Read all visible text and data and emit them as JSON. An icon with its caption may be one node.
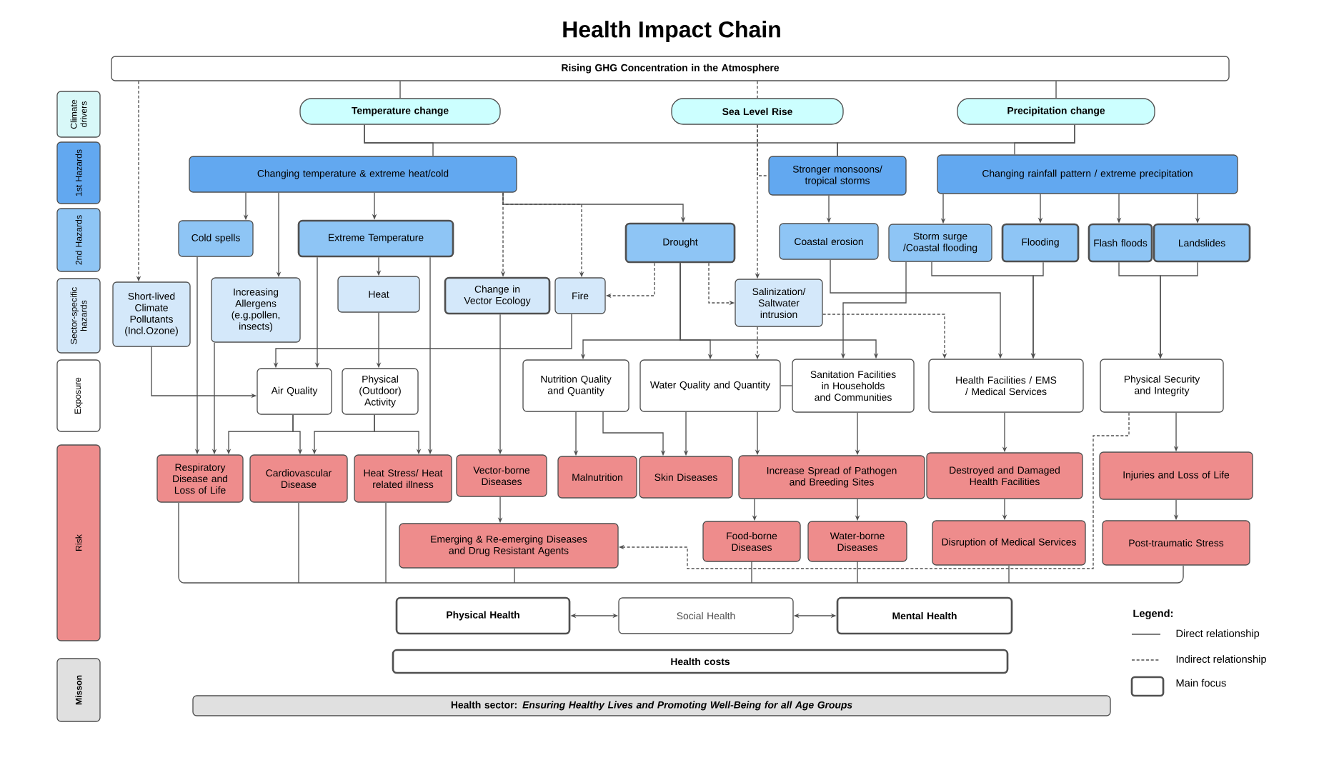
{
  "diagram": {
    "title": "Health Impact Chain",
    "nodes": [
      {
        "text": [
          "Rising GHG Concentration in the Atmosphere"
        ]
      },
      {
        "text": [
          "Temperature change"
        ]
      },
      {
        "text": [
          "Sea Level Rise"
        ]
      },
      {
        "text": [
          "Precipitation change"
        ]
      },
      {
        "text": [
          "Changing temperature & extreme heat/cold"
        ]
      },
      {
        "text": [
          "Stronger monsoons/ tropical storms"
        ]
      },
      {
        "text": [
          "Changing rainfall pattern / extreme precipitation"
        ]
      },
      {
        "text": [
          "Cold spells"
        ]
      },
      {
        "text": [
          "Extreme Temperature"
        ]
      },
      {
        "text": [
          "Drought"
        ]
      },
      {
        "text": [
          "Coastal erosion"
        ]
      },
      {
        "text": [
          "Storm surge /Coastal flooding"
        ]
      },
      {
        "text": [
          "Flooding"
        ]
      },
      {
        "text": [
          "Flash floods"
        ]
      },
      {
        "text": [
          "Landslides"
        ]
      },
      {
        "text": [
          "Short-lived Climate Pollutants (Incl.Ozone)"
        ]
      },
      {
        "text": [
          "Increasing Allergens (e.g.pollen, insects)"
        ]
      },
      {
        "text": [
          "Heat"
        ]
      },
      {
        "text": [
          "Change in Vector Ecology"
        ]
      },
      {
        "text": [
          "Fire"
        ]
      },
      {
        "text": [
          "Salinization/ Saltwater intrusion"
        ]
      },
      {
        "text": [
          "Air Quality"
        ]
      },
      {
        "text": [
          "Physical (Outdoor) Activity"
        ]
      },
      {
        "text": [
          "Nutrition Quality and Quantity"
        ]
      },
      {
        "text": [
          "Water Quality and Quantity"
        ]
      },
      {
        "text": [
          "Sanitation Facilities in Households and Communities"
        ]
      },
      {
        "text": [
          "Health Facilities / EMS / Medical Services"
        ]
      },
      {
        "text": [
          "Physical Security and Integrity"
        ]
      },
      {
        "text": [
          "Respiratory Disease and Loss of Life"
        ]
      },
      {
        "text": [
          "Cardiovascular Disease"
        ]
      },
      {
        "text": [
          "Heat Stress/ Heat related illness"
        ]
      },
      {
        "text": [
          "Vector-borne Diseases"
        ]
      },
      {
        "text": [
          "Malnutrition"
        ]
      },
      {
        "text": [
          "Skin Diseases"
        ]
      },
      {
        "text": [
          "Increase Spread of Pathogen and Breeding Sites"
        ]
      },
      {
        "text": [
          "Destroyed and Damaged Health Facilities"
        ]
      },
      {
        "text": [
          "Injuries and Loss of Life"
        ]
      },
      {
        "text": [
          "Emerging & Re-emerging Diseases and Drug Resistant Agents"
        ]
      },
      {
        "text": [
          "Food-borne Diseases"
        ]
      },
      {
        "text": [
          "Water-borne Diseases"
        ]
      },
      {
        "text": [
          "Disruption of Medical Services"
        ]
      },
      {
        "text": [
          "Post-traumatic Stress"
        ]
      },
      {
        "text": [
          "Physical Health"
        ]
      },
      {
        "text": [
          "Social Health"
        ]
      },
      {
        "text": [
          "Mental Health"
        ]
      },
      {
        "text": [
          "Health costs"
        ]
      },
      {
        "text": [
          "Health sector: *Ensuring Healthy Lives and Promoting Well-Being for all Age Groups*"
        ]
      },
      {
        "text": [
          "Climate drivers"
        ]
      },
      {
        "text": [
          "1st Hazards"
        ]
      },
      {
        "text": [
          "2nd Hazards"
        ]
      },
      {
        "text": [
          "Sector-specific hazards"
        ]
      },
      {
        "text": [
          "Exposure"
        ]
      },
      {
        "text": [
          "Risk"
        ]
      },
      {
        "text": [
          "Misson"
        ]
      }
    ],
    "edges": [
      {
        "from": 0,
        "to": 1,
        "arrow": "none"
      },
      {
        "from": 0,
        "to": 2,
        "arrow": "none",
        "style": "dashed"
      },
      {
        "from": 0,
        "to": 3,
        "arrow": "none"
      },
      {
        "from": 0,
        "to": 15,
        "arrow": "to",
        "style": "dashed"
      },
      {
        "from": 1,
        "to": 4,
        "arrow": "none"
      },
      {
        "from": 1,
        "to": 5,
        "arrow": "none"
      },
      {
        "from": 3,
        "to": 5,
        "arrow": "none"
      },
      {
        "from": 3,
        "to": 6,
        "arrow": "none"
      },
      {
        "from": 2,
        "to": 5,
        "arrow": "none",
        "style": "dashed"
      },
      {
        "from": 2,
        "to": 20,
        "arrow": "to",
        "style": "dashed"
      },
      {
        "from": 4,
        "to": 7,
        "arrow": "to"
      },
      {
        "from": 4,
        "to": 16,
        "arrow": "to"
      },
      {
        "from": 4,
        "to": 8,
        "arrow": "to"
      },
      {
        "from": 4,
        "to": 18,
        "arrow": "to",
        "style": "dashed"
      },
      {
        "from": 4,
        "to": 19,
        "arrow": "to",
        "style": "dashed"
      },
      {
        "from": 4,
        "to": 9,
        "arrow": "to"
      },
      {
        "from": 5,
        "to": 10,
        "arrow": "to"
      },
      {
        "from": 6,
        "to": 11,
        "arrow": "to"
      },
      {
        "from": 6,
        "to": 12,
        "arrow": "to"
      },
      {
        "from": 6,
        "to": 13,
        "arrow": "to"
      },
      {
        "from": 6,
        "to": 14,
        "arrow": "to"
      },
      {
        "from": 7,
        "to": 28,
        "arrow": "to"
      },
      {
        "from": 8,
        "to": 17,
        "arrow": "to"
      },
      {
        "from": 8,
        "to": 21,
        "arrow": "to"
      },
      {
        "from": 8,
        "to": 30,
        "arrow": "to"
      },
      {
        "from": 15,
        "to": 21,
        "arrow": "to"
      },
      {
        "from": 16,
        "to": 28,
        "arrow": "to"
      },
      {
        "from": 17,
        "to": 22,
        "arrow": "to"
      },
      {
        "from": 19,
        "to": 21,
        "arrow": "to"
      },
      {
        "from": 9,
        "to": 19,
        "arrow": "to",
        "style": "dashed"
      },
      {
        "from": 9,
        "to": 20,
        "arrow": "to",
        "style": "dashed"
      },
      {
        "from": 9,
        "to": 23,
        "arrow": "to"
      },
      {
        "from": 9,
        "to": 24,
        "arrow": "to"
      },
      {
        "from": 9,
        "to": 25,
        "arrow": "to"
      },
      {
        "from": 20,
        "to": 24,
        "arrow": "to",
        "style": "dashed"
      },
      {
        "from": 20,
        "to": 26,
        "arrow": "to",
        "style": "dashed"
      },
      {
        "from": 10,
        "to": 26,
        "arrow": "to"
      },
      {
        "from": 11,
        "to": 25,
        "arrow": "to"
      },
      {
        "from": 11,
        "to": 26,
        "arrow": "to"
      },
      {
        "from": 12,
        "to": 26,
        "arrow": "to"
      },
      {
        "from": 13,
        "to": 27,
        "arrow": "to"
      },
      {
        "from": 14,
        "to": 27,
        "arrow": "to"
      },
      {
        "from": 21,
        "to": 28,
        "arrow": "to"
      },
      {
        "from": 21,
        "to": 29,
        "arrow": "to"
      },
      {
        "from": 22,
        "to": 29,
        "arrow": "to"
      },
      {
        "from": 22,
        "to": 30,
        "arrow": "to"
      },
      {
        "from": 18,
        "to": 31,
        "arrow": "to"
      },
      {
        "from": 23,
        "to": 32,
        "arrow": "to"
      },
      {
        "from": 23,
        "to": 33,
        "arrow": "to"
      },
      {
        "from": 24,
        "to": 33,
        "arrow": "to"
      },
      {
        "from": 24,
        "to": 34,
        "arrow": "to"
      },
      {
        "from": 25,
        "to": 34,
        "arrow": "to"
      },
      {
        "from": 26,
        "to": 35,
        "arrow": "to"
      },
      {
        "from": 27,
        "to": 36,
        "arrow": "to"
      },
      {
        "from": 27,
        "to": 37,
        "arrow": "to",
        "style": "dashed"
      },
      {
        "from": 31,
        "to": 37,
        "arrow": "to"
      },
      {
        "from": 34,
        "to": 38,
        "arrow": "to"
      },
      {
        "from": 34,
        "to": 39,
        "arrow": "to"
      },
      {
        "from": 35,
        "to": 40,
        "arrow": "to"
      },
      {
        "from": 36,
        "to": 41,
        "arrow": "to"
      },
      {
        "from": 42,
        "to": 43,
        "arrow": "both"
      },
      {
        "from": 43,
        "to": 44,
        "arrow": "both"
      },
      {
        "from": 24,
        "to": 25,
        "arrow": "none"
      }
    ],
    "labels": [
      "Legend:"
    ],
    "legend": [
      {
        "text": "Direct relationship"
      },
      {
        "text": "Indirect relationship"
      },
      {
        "text": "Main focus"
      }
    ]
  }
}
